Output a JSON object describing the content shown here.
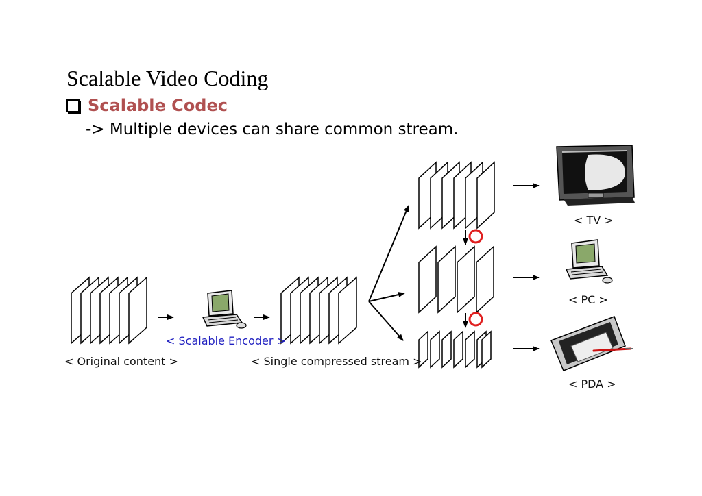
{
  "slide": {
    "title": "Scalable Video Coding",
    "bullet": "Scalable Codec",
    "subline": "-> Multiple devices can share common stream."
  },
  "labels": {
    "original": "< Original content >",
    "encoder": "< Scalable Encoder >",
    "stream": "< Single compressed stream >",
    "tv": "< TV >",
    "pc": "< PC >",
    "pda": "< PDA >"
  },
  "colors": {
    "bullet_text": "#b05050",
    "encoder_label": "#2020c0",
    "marker_circle": "#e02020",
    "pda_pen": "#cc1111"
  },
  "icons": [
    "encoder-computer-icon",
    "tv-icon",
    "pc-icon",
    "pda-icon"
  ]
}
